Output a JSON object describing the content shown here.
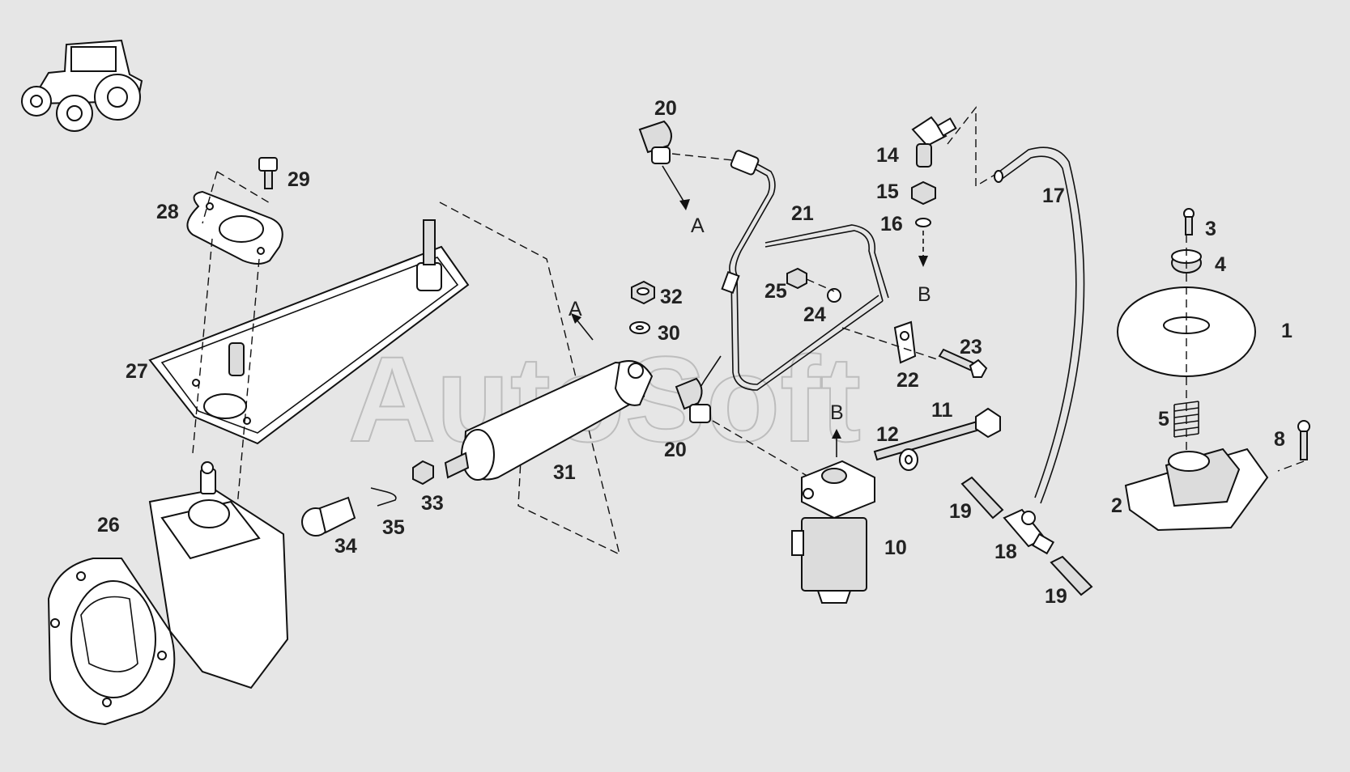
{
  "watermark": "AutoSoft",
  "callouts": {
    "c1": "1",
    "c2": "2",
    "c3": "3",
    "c4": "4",
    "c5": "5",
    "c8": "8",
    "c10": "10",
    "c11": "11",
    "c12": "12",
    "c14": "14",
    "c15": "15",
    "c16": "16",
    "c17": "17",
    "c18": "18",
    "c19a": "19",
    "c19b": "19",
    "c20a": "20",
    "c20b": "20",
    "c21": "21",
    "c22": "22",
    "c23": "23",
    "c24": "24",
    "c25": "25",
    "c26": "26",
    "c27": "27",
    "c28": "28",
    "c29": "29",
    "c30": "30",
    "c31": "31",
    "c32": "32",
    "c33": "33",
    "c34": "34",
    "c35": "35"
  },
  "markers": {
    "a1": "A",
    "a2": "A",
    "b1": "B",
    "b2": "B"
  },
  "icons": {
    "thumbnail": "tractor-icon"
  }
}
